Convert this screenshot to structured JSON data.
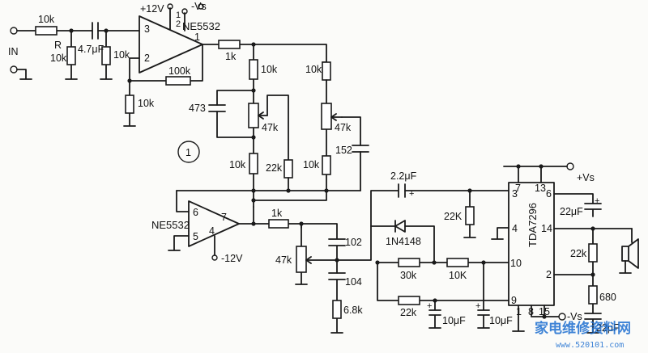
{
  "labels": {
    "in_r": "10k",
    "in_cap": "4.7μF",
    "bias_r_name": "R",
    "bias_r": "10k",
    "op1_plus_r": "10k",
    "op1_gnd_r": "10k",
    "feedback_r": "100k",
    "supply_pos": "+12V",
    "supply_neg_top": "-Vs",
    "op1_name": "NE5532",
    "op1_pin_top1": "1",
    "op1_pin_top2": "2",
    "op1_pin3": "3",
    "op1_pin2": "2",
    "op1_pin1": "1",
    "out_r": "1k",
    "in_label": "IN",
    "tone_r1": "10k",
    "tone_r2": "10k",
    "tone_cap1": "473",
    "tone_pot1": "47k",
    "tone_pot2": "47k",
    "tone_r3": "22k",
    "tone_cap2": "152",
    "tone_r4": "10k",
    "tone_r5": "10k",
    "stage_number": "1",
    "op2_name": "NE5532",
    "op2_pin6": "6",
    "op2_pin5": "5",
    "op2_pin7": "7",
    "op2_pin4": "4",
    "op2_supply": "-12V",
    "op2_out_r": "1k",
    "vol_pot": "47k",
    "cap_102": "102",
    "cap_104": "104",
    "r_68k": "6.8k",
    "cap_22uf": "2.2μF",
    "r_22k_a": "22K",
    "diode": "1N4148",
    "r_30k": "30k",
    "r_10k_b": "10K",
    "r_22k_b": "22k",
    "cap_10uf_a": "10μF",
    "cap_10uf_b": "10μF",
    "ic_name": "TDA7296",
    "ic_pin7": "7",
    "ic_pin13": "13",
    "ic_pin3": "3",
    "ic_pin6": "6",
    "ic_pin4": "4",
    "ic_pin14": "14",
    "ic_pin10": "10",
    "ic_pin2": "2",
    "ic_pin9": "9",
    "ic_pin1": "1",
    "ic_pin8": "8",
    "ic_pin15": "15",
    "vs_pos": "+Vs",
    "vs_neg": "-Vs",
    "cap_22uf_b": "22μF",
    "r_22k_c": "22k",
    "r_680": "680",
    "cap_22uf_c": "22μF",
    "plus_sign": "+",
    "watermark_cn": "家电维修资料网",
    "watermark_url": "www.520101.com"
  }
}
